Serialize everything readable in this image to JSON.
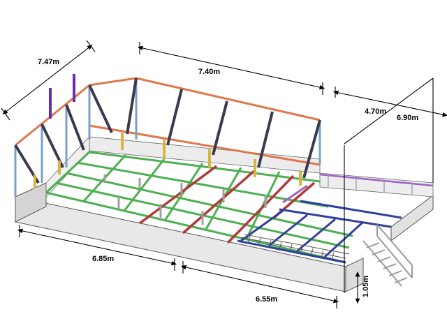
{
  "dimensions": {
    "width_left": "7.47m",
    "length_top": "7.40m",
    "deck_depth": "4.70m",
    "overall_depth": "6.90m",
    "length_front_left": "6.85m",
    "length_front_right": "6.55m",
    "deck_height": "1.05m"
  },
  "colors": {
    "background": "#ffffff",
    "wall_face": "#e6e6e6",
    "wall_top": "#cfcfcf",
    "floor_beam_green": "#4caf50",
    "floor_beam_red": "#b03a3a",
    "rafter_orange": "#e0774a",
    "truss_dark": "#3a3a4e",
    "truss_steel": "#8a9bb0",
    "column_yellow": "#d8b445",
    "post_purple": "#6a2bb0",
    "deck_blue": "#2f3f9e",
    "rail_magenta": "#a060c8",
    "stair_grey": "#9a9a9a"
  }
}
